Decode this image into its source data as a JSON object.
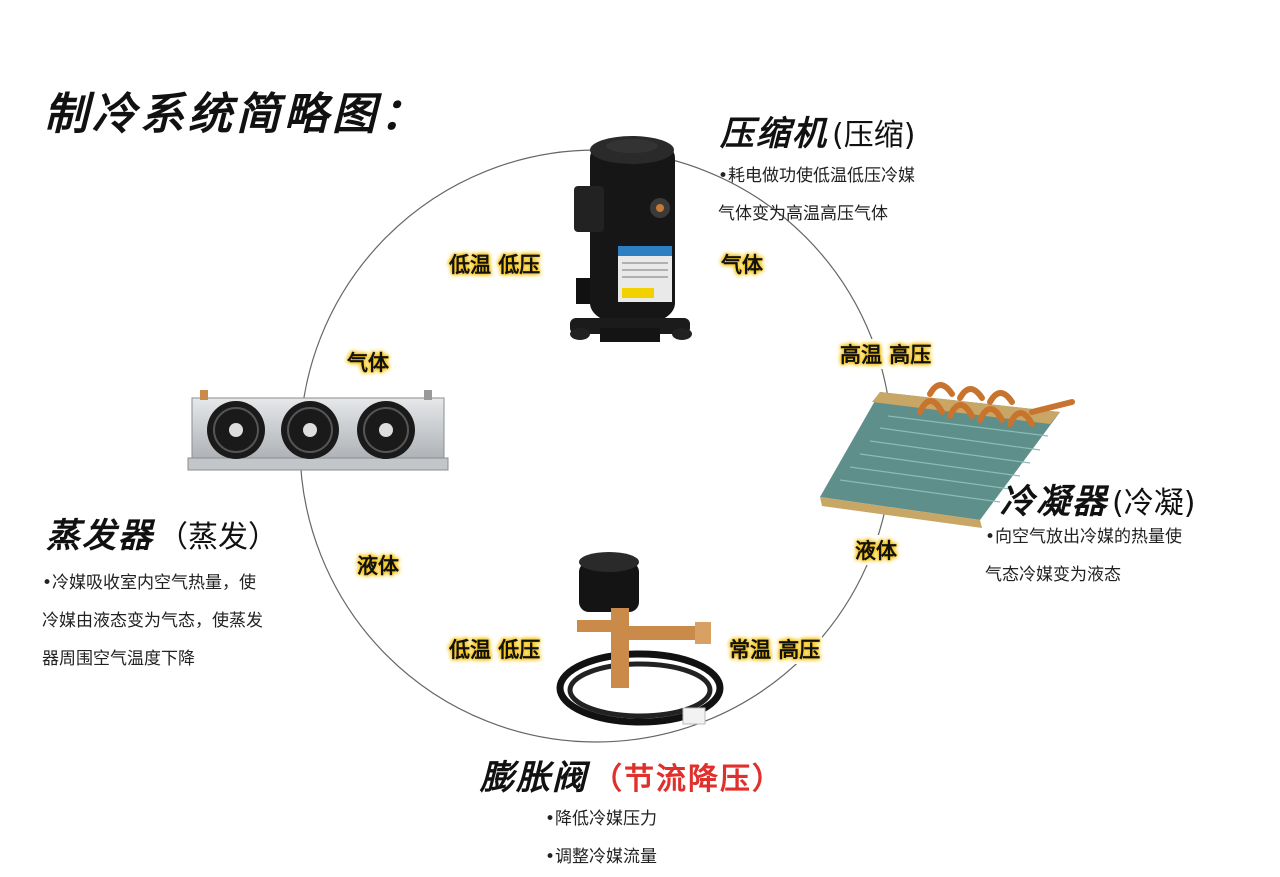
{
  "title": "制冷系统简略图：",
  "compressor": {
    "name": "压缩机",
    "function": "(压缩)",
    "desc_line1": "•耗电做功使低温低压冷媒",
    "desc_line2": "气体变为高温高压气体"
  },
  "condenser": {
    "name": "冷凝器",
    "function": "(冷凝)",
    "desc_line1": "•向空气放出冷媒的热量使",
    "desc_line2": "气态冷媒变为液态"
  },
  "expansion_valve": {
    "name": "膨胀阀",
    "function": "（节流降压）",
    "desc_line1": "•降低冷媒压力",
    "desc_line2": "•调整冷媒流量"
  },
  "evaporator": {
    "name": "蒸发器",
    "function": "（蒸发）",
    "desc_line1": "•冷媒吸收室内空气热量，使",
    "desc_line2": "冷媒由液态变为气态，使蒸发",
    "desc_line3": "器周围空气温度下降"
  },
  "flow_labels": {
    "compressor_in": "低温 低压",
    "compressor_out": "气体",
    "condenser_in": "高温 高压",
    "condenser_out": "液体",
    "valve_in": "常温 高压",
    "valve_out": "低温 低压",
    "evaporator_in": "液体",
    "evaporator_out": "气体"
  },
  "colors": {
    "label_glow": "#f5c518",
    "highlight_red": "#e0302c"
  }
}
